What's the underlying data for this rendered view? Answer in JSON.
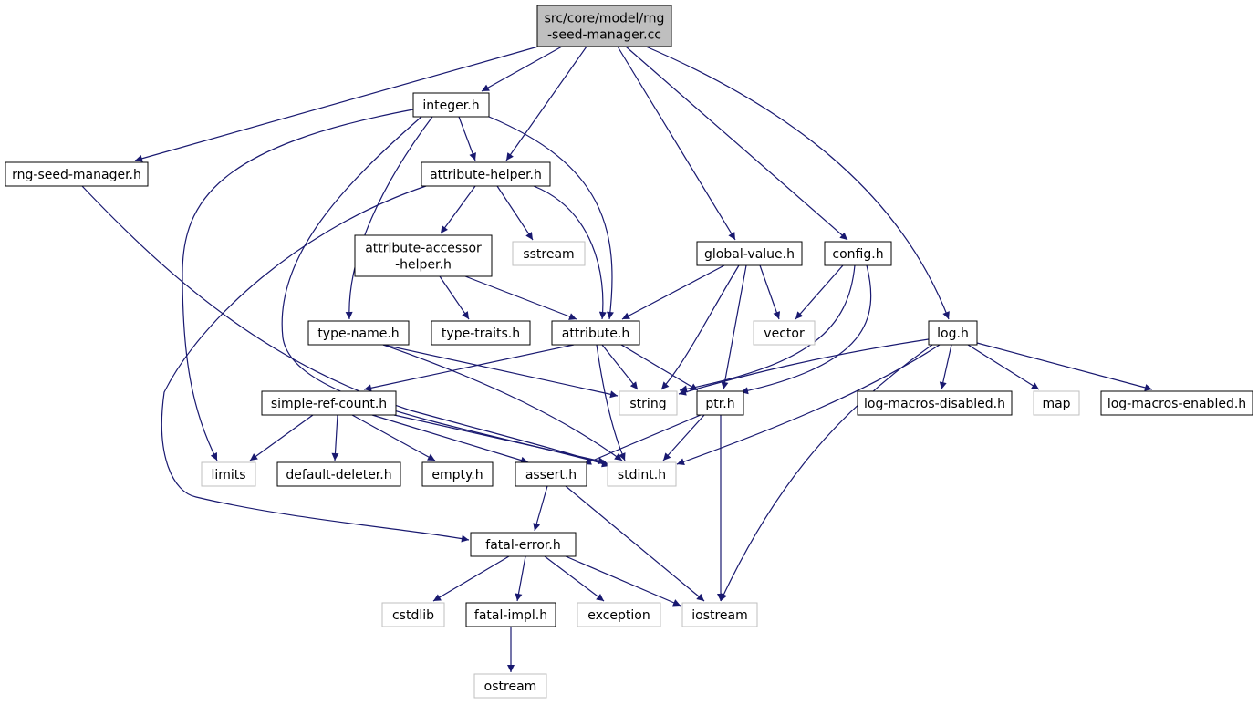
{
  "colors": {
    "edge": "#191970",
    "root_fill": "#bfbfbf",
    "node_border": "#000000",
    "system_border": "#bfbfbf",
    "node_fill": "#ffffff",
    "text": "#000000"
  },
  "nodes": [
    {
      "id": "root",
      "lines": [
        "src/core/model/rng",
        "-seed-manager.cc"
      ],
      "kind": "root"
    },
    {
      "id": "integer",
      "lines": [
        "integer.h"
      ],
      "kind": "local"
    },
    {
      "id": "rng-seed-manager",
      "lines": [
        "rng-seed-manager.h"
      ],
      "kind": "local"
    },
    {
      "id": "attribute-helper",
      "lines": [
        "attribute-helper.h"
      ],
      "kind": "local"
    },
    {
      "id": "attribute-accessor-helper",
      "lines": [
        "attribute-accessor",
        "-helper.h"
      ],
      "kind": "local"
    },
    {
      "id": "sstream",
      "lines": [
        "sstream"
      ],
      "kind": "system"
    },
    {
      "id": "global-value",
      "lines": [
        "global-value.h"
      ],
      "kind": "local"
    },
    {
      "id": "config",
      "lines": [
        "config.h"
      ],
      "kind": "local"
    },
    {
      "id": "type-name",
      "lines": [
        "type-name.h"
      ],
      "kind": "local"
    },
    {
      "id": "type-traits",
      "lines": [
        "type-traits.h"
      ],
      "kind": "local"
    },
    {
      "id": "attribute",
      "lines": [
        "attribute.h"
      ],
      "kind": "local"
    },
    {
      "id": "vector",
      "lines": [
        "vector"
      ],
      "kind": "system"
    },
    {
      "id": "log",
      "lines": [
        "log.h"
      ],
      "kind": "local"
    },
    {
      "id": "simple-ref-count",
      "lines": [
        "simple-ref-count.h"
      ],
      "kind": "local"
    },
    {
      "id": "string",
      "lines": [
        "string"
      ],
      "kind": "system"
    },
    {
      "id": "ptr",
      "lines": [
        "ptr.h"
      ],
      "kind": "local"
    },
    {
      "id": "log-macros-disabled",
      "lines": [
        "log-macros-disabled.h"
      ],
      "kind": "local"
    },
    {
      "id": "map",
      "lines": [
        "map"
      ],
      "kind": "system"
    },
    {
      "id": "log-macros-enabled",
      "lines": [
        "log-macros-enabled.h"
      ],
      "kind": "local"
    },
    {
      "id": "limits",
      "lines": [
        "limits"
      ],
      "kind": "system"
    },
    {
      "id": "default-deleter",
      "lines": [
        "default-deleter.h"
      ],
      "kind": "local"
    },
    {
      "id": "empty",
      "lines": [
        "empty.h"
      ],
      "kind": "local"
    },
    {
      "id": "assert",
      "lines": [
        "assert.h"
      ],
      "kind": "local"
    },
    {
      "id": "stdint",
      "lines": [
        "stdint.h"
      ],
      "kind": "system"
    },
    {
      "id": "fatal-error",
      "lines": [
        "fatal-error.h"
      ],
      "kind": "local"
    },
    {
      "id": "cstdlib",
      "lines": [
        "cstdlib"
      ],
      "kind": "system"
    },
    {
      "id": "fatal-impl",
      "lines": [
        "fatal-impl.h"
      ],
      "kind": "local"
    },
    {
      "id": "exception",
      "lines": [
        "exception"
      ],
      "kind": "system"
    },
    {
      "id": "iostream",
      "lines": [
        "iostream"
      ],
      "kind": "system"
    },
    {
      "id": "ostream",
      "lines": [
        "ostream"
      ],
      "kind": "system"
    }
  ],
  "edges": [
    {
      "from": "root",
      "to": "rng-seed-manager"
    },
    {
      "from": "root",
      "to": "integer"
    },
    {
      "from": "root",
      "to": "attribute-helper"
    },
    {
      "from": "root",
      "to": "global-value"
    },
    {
      "from": "root",
      "to": "config"
    },
    {
      "from": "root",
      "to": "log"
    },
    {
      "from": "integer",
      "to": "attribute-helper"
    },
    {
      "from": "integer",
      "to": "attribute"
    },
    {
      "from": "integer",
      "to": "type-name"
    },
    {
      "from": "integer",
      "to": "limits"
    },
    {
      "from": "integer",
      "to": "stdint"
    },
    {
      "from": "rng-seed-manager",
      "to": "stdint"
    },
    {
      "from": "attribute-helper",
      "to": "attribute-accessor-helper"
    },
    {
      "from": "attribute-helper",
      "to": "sstream"
    },
    {
      "from": "attribute-helper",
      "to": "attribute"
    },
    {
      "from": "attribute-helper",
      "to": "fatal-error"
    },
    {
      "from": "attribute-accessor-helper",
      "to": "type-traits"
    },
    {
      "from": "attribute-accessor-helper",
      "to": "attribute"
    },
    {
      "from": "global-value",
      "to": "attribute"
    },
    {
      "from": "global-value",
      "to": "string"
    },
    {
      "from": "global-value",
      "to": "vector"
    },
    {
      "from": "global-value",
      "to": "ptr"
    },
    {
      "from": "config",
      "to": "vector"
    },
    {
      "from": "config",
      "to": "string"
    },
    {
      "from": "config",
      "to": "ptr"
    },
    {
      "from": "type-name",
      "to": "string"
    },
    {
      "from": "type-name",
      "to": "stdint"
    },
    {
      "from": "attribute",
      "to": "simple-ref-count"
    },
    {
      "from": "attribute",
      "to": "string"
    },
    {
      "from": "attribute",
      "to": "ptr"
    },
    {
      "from": "attribute",
      "to": "stdint"
    },
    {
      "from": "log",
      "to": "string"
    },
    {
      "from": "log",
      "to": "log-macros-disabled"
    },
    {
      "from": "log",
      "to": "map"
    },
    {
      "from": "log",
      "to": "log-macros-enabled"
    },
    {
      "from": "log",
      "to": "stdint"
    },
    {
      "from": "log",
      "to": "iostream"
    },
    {
      "from": "simple-ref-count",
      "to": "limits"
    },
    {
      "from": "simple-ref-count",
      "to": "default-deleter"
    },
    {
      "from": "simple-ref-count",
      "to": "empty"
    },
    {
      "from": "simple-ref-count",
      "to": "assert"
    },
    {
      "from": "simple-ref-count",
      "to": "stdint"
    },
    {
      "from": "ptr",
      "to": "assert"
    },
    {
      "from": "ptr",
      "to": "stdint"
    },
    {
      "from": "ptr",
      "to": "iostream"
    },
    {
      "from": "assert",
      "to": "fatal-error"
    },
    {
      "from": "assert",
      "to": "iostream"
    },
    {
      "from": "fatal-error",
      "to": "cstdlib"
    },
    {
      "from": "fatal-error",
      "to": "fatal-impl"
    },
    {
      "from": "fatal-error",
      "to": "exception"
    },
    {
      "from": "fatal-error",
      "to": "iostream"
    },
    {
      "from": "fatal-impl",
      "to": "ostream"
    }
  ]
}
